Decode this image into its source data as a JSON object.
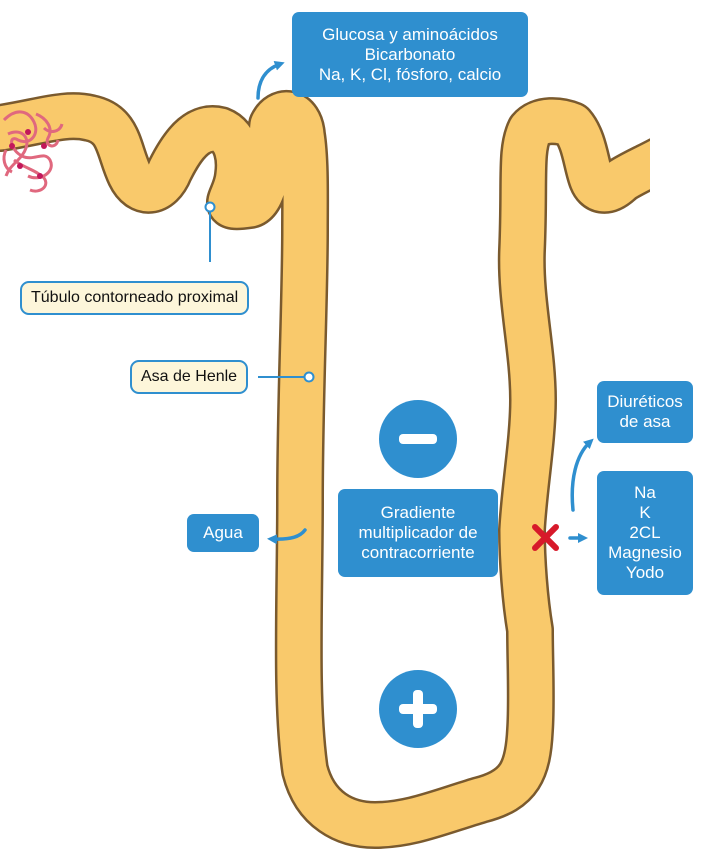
{
  "top_box": {
    "lines": [
      "Glucosa y aminoácidos",
      "Bicarbonato",
      "Na, K, Cl, fósforo, calcio"
    ]
  },
  "labels": {
    "proximal": "Túbulo contorneado proximal",
    "henle": "Asa de Henle"
  },
  "agua_box": {
    "text": "Agua"
  },
  "gradient_box": {
    "lines": [
      "Gradiente",
      "multiplicador de",
      "contracorriente"
    ]
  },
  "diureticos_box": {
    "lines": [
      "Diuréticos",
      "de asa"
    ]
  },
  "ions_box": {
    "lines": [
      "Na",
      "K",
      "2CL",
      "Magnesio",
      "Yodo"
    ]
  },
  "symbols": {
    "minus": "minus-sign",
    "plus": "plus-sign",
    "block": "red-x"
  },
  "colors": {
    "tubule_fill": "#f9c96b",
    "tubule_stroke": "#7a5a2e",
    "accent_blue": "#2f8fcf",
    "label_fill": "#fdf6da",
    "block_red": "#d7192a",
    "glomerulus_pink": "#e0687e"
  }
}
